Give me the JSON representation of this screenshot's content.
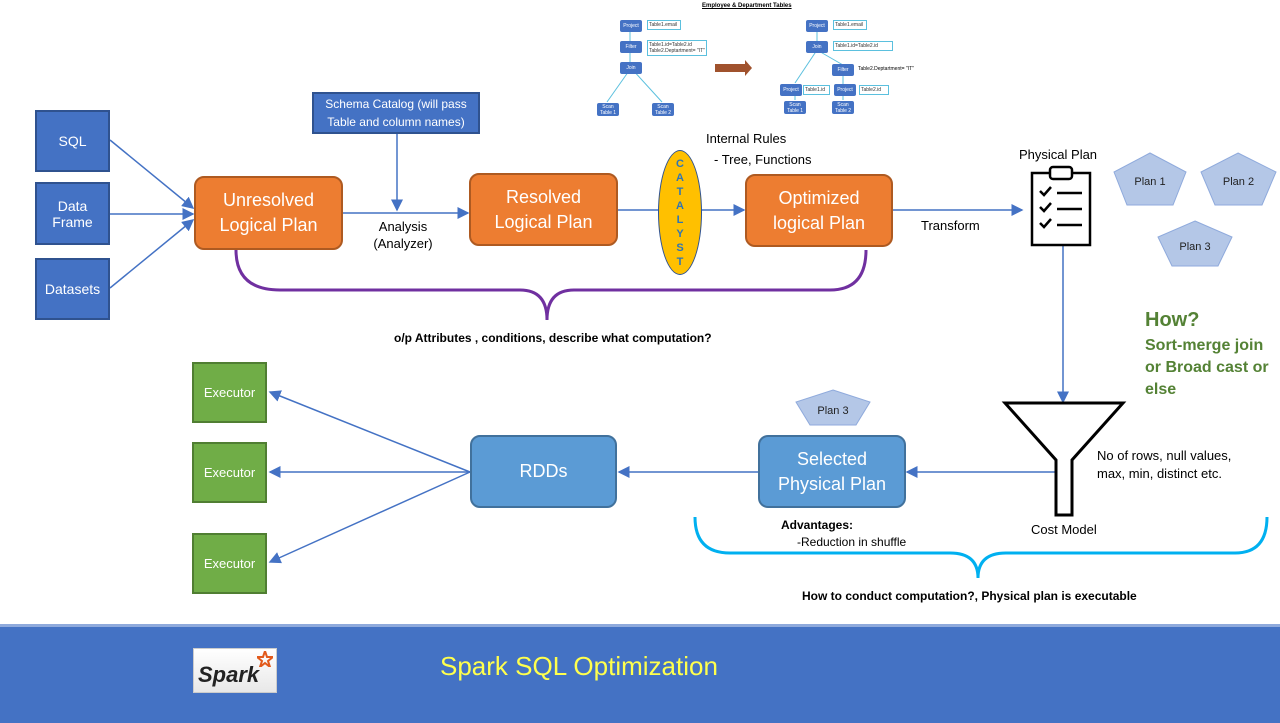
{
  "inputs": [
    "SQL",
    "Data Frame",
    "Datasets"
  ],
  "schema_catalog": "Schema Catalog (will pass Table and column names)",
  "unresolved": "Unresolved Logical Plan",
  "analysis": "Analysis (Analyzer)",
  "resolved": "Resolved Logical Plan",
  "catalyst": "CATALYST",
  "internal_rules": "Internal Rules",
  "tree_functions": "- Tree, Functions",
  "optimized": "Optimized logical Plan",
  "transform": "Transform",
  "physical_plan": "Physical Plan",
  "plans": [
    "Plan 1",
    "Plan 2",
    "Plan 3"
  ],
  "output_note": "o/p Attributes , conditions, describe what computation?",
  "how_title": "How?",
  "how_text": "Sort-merge join or Broad cast or else",
  "cost_stats": "No of rows, null values, max, min, distinct etc.",
  "cost_model": "Cost Model",
  "selected_plan_pentagon": "Plan 3",
  "selected": "Selected Physical Plan",
  "rdds": "RDDs",
  "executors": [
    "Executor",
    "Executor",
    "Executor"
  ],
  "advantages_title": "Advantages:",
  "advantages_item": "-Reduction in shuffle",
  "physical_note": "How to conduct computation?, Physical plan is executable",
  "footer_title": "Spark SQL Optimization",
  "logo": "Spark",
  "mini_diagram": {
    "title": "Employee & Department Tables",
    "left": {
      "project": "Project",
      "project_note": "Table1.email",
      "filter": "Filter",
      "filter_note": "Table1.id=Table2.id Table2.Deptartment= \"IT\"",
      "join": "Join",
      "scan1": "Scan Table 1",
      "scan2": "Scan Table 2"
    },
    "right": {
      "project": "Project",
      "project_note": "Table1.email",
      "join": "Join",
      "join_note": "Table1.id=Table2.id",
      "filter": "Filter",
      "filter_note": "Table2.Deptartment= \"IT\"",
      "project1": "Project",
      "project1_note": "Table1.id",
      "project2": "Project",
      "project2_note": "Table2.id",
      "scan1": "Scan Table 1",
      "scan2": "Scan Table 2"
    }
  },
  "colors": {
    "input": "#4472c4",
    "logical": "#ed7d31",
    "catalyst": "#ffc000",
    "physical": "#5b9bd5",
    "executor": "#70ad47",
    "how": "#548235",
    "footer": "#4472c4",
    "footer_text": "#ffff4d",
    "brace_top": "#7030a0",
    "brace_bottom": "#00b0f0"
  }
}
